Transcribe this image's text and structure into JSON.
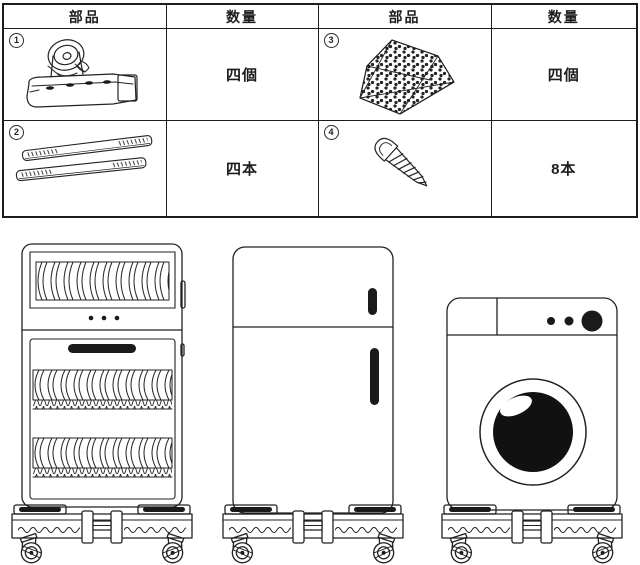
{
  "colors": {
    "line": "#222222",
    "fill_dark": "#111111",
    "bg": "#ffffff"
  },
  "parts_table": {
    "headers": [
      "部品",
      "数量",
      "部品",
      "数量"
    ],
    "rows": [
      {
        "left": {
          "circled_number": "1",
          "icon": "caster-wheel-corner-part-icon",
          "qty": "四個"
        },
        "right": {
          "circled_number": "3",
          "icon": "anti-slip-pad-part-icon",
          "qty": "四個"
        }
      },
      {
        "left": {
          "circled_number": "2",
          "icon": "extension-bar-part-icon",
          "qty": "四本"
        },
        "right": {
          "circled_number": "4",
          "icon": "screw-part-icon",
          "qty": "8本"
        }
      }
    ]
  },
  "illustration": {
    "items": [
      "dish-dryer-cabinet-on-caster-base",
      "refrigerator-on-caster-base",
      "washing-machine-on-caster-base"
    ]
  }
}
